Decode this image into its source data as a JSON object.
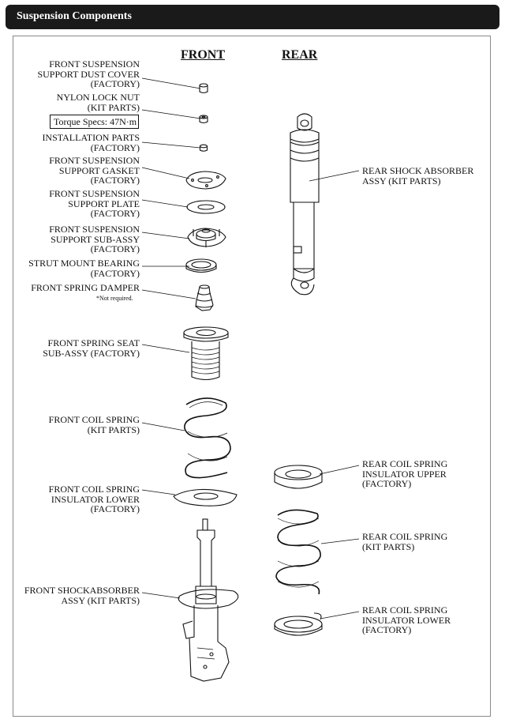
{
  "header": {
    "title": "Suspension Components"
  },
  "columns": {
    "front": "FRONT",
    "rear": "REAR"
  },
  "front_labels": [
    "FRONT SUSPENSION\nSUPPORT DUST COVER\n(FACTORY)",
    "NYLON LOCK NUT\n(KIT PARTS)",
    "INSTALLATION PARTS\n(FACTORY)",
    "FRONT SUSPENSION\nSUPPORT GASKET\n(FACTORY)",
    "FRONT SUSPENSION\nSUPPORT PLATE\n(FACTORY)",
    "FRONT SUSPENSION\nSUPPORT SUB-ASSY\n(FACTORY)",
    "STRUT MOUNT BEARING\n(FACTORY)",
    "FRONT SPRING DAMPER",
    "FRONT SPRING SEAT\nSUB-ASSY (FACTORY)",
    "FRONT COIL SPRING\n(KIT PARTS)",
    "FRONT COIL SPRING\nINSULATOR LOWER\n(FACTORY)",
    "FRONT SHOCKABSORBER\nASSY (KIT PARTS)"
  ],
  "torque": "Torque Specs: 47N·m",
  "damper_note": "*Not required.",
  "rear_labels": [
    "REAR SHOCK ABSORBER\nASSY (KIT PARTS)",
    "REAR COIL SPRING\nINSULATOR UPPER\n(FACTORY)",
    "REAR COIL SPRING\n(KIT PARTS)",
    "REAR COIL SPRING\nINSULATOR LOWER\n(FACTORY)"
  ]
}
